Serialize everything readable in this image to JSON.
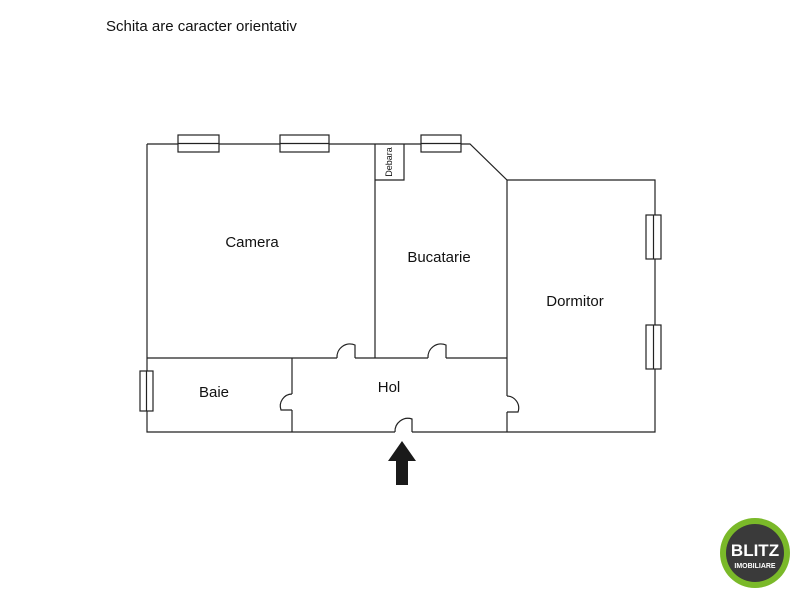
{
  "note": "Schita are caracter orientativ",
  "rooms": {
    "camera": "Camera",
    "bucatarie": "Bucatarie",
    "dormitor": "Dormitor",
    "baie": "Baie",
    "hol": "Hol",
    "debara": "Debara"
  },
  "logo": {
    "name": "BLITZ",
    "sub": "IMOBILIARE",
    "ring_color": "#7ab929",
    "disc_color": "#3a3a3a"
  },
  "colors": {
    "walls": "#222222",
    "arrow": "#1a1a1a"
  }
}
